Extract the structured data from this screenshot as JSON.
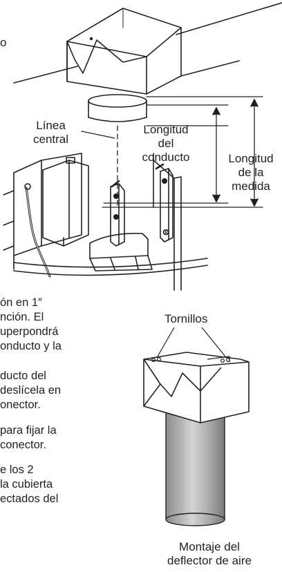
{
  "top_fragment": "o",
  "labels": {
    "linea_central": [
      "Línea",
      "central"
    ],
    "longitud_conducto": [
      "Longitud",
      "del",
      "conducto"
    ],
    "longitud_medida": [
      "Longitud",
      "de la",
      "medida"
    ],
    "tornillos": "Tornillos",
    "montaje": [
      "Montaje del",
      "deflector de aire"
    ]
  },
  "body_text": [
    "ón en 1″",
    "nción. El",
    "uperpondrá",
    "onducto y la",
    "",
    "ducto del",
    "deslícela en",
    "onector.",
    "",
    "para fijar la",
    "conector.",
    "",
    "e los 2",
    " la cubierta",
    "ectados del"
  ]
}
